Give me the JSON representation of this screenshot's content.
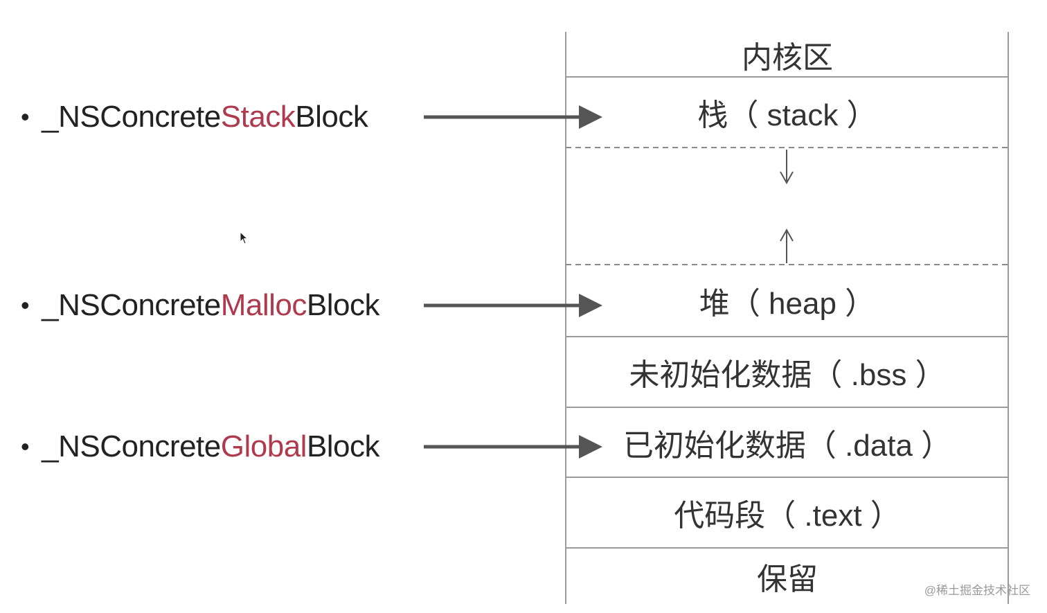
{
  "bullets": [
    {
      "prefix": "_NSConcrete",
      "highlight": "Stack",
      "suffix": "Block"
    },
    {
      "prefix": "_NSConcrete",
      "highlight": "Malloc",
      "suffix": "Block"
    },
    {
      "prefix": "_NSConcrete",
      "highlight": "Global",
      "suffix": "Block"
    }
  ],
  "bullet_symbol": "•",
  "regions": {
    "kernel": "内核区",
    "stack": "栈（ stack ）",
    "heap": "堆（ heap ）",
    "bss": "未初始化数据（ .bss ）",
    "data": "已初始化数据（ .data ）",
    "text": "代码段（ .text ）",
    "reserved": "保留"
  },
  "watermark": "@稀土掘金技术社区",
  "colors": {
    "highlight": "#b03a4d",
    "text": "#222222",
    "region_text": "#333333",
    "lines": "#9a9a9a",
    "arrow": "#555555"
  }
}
